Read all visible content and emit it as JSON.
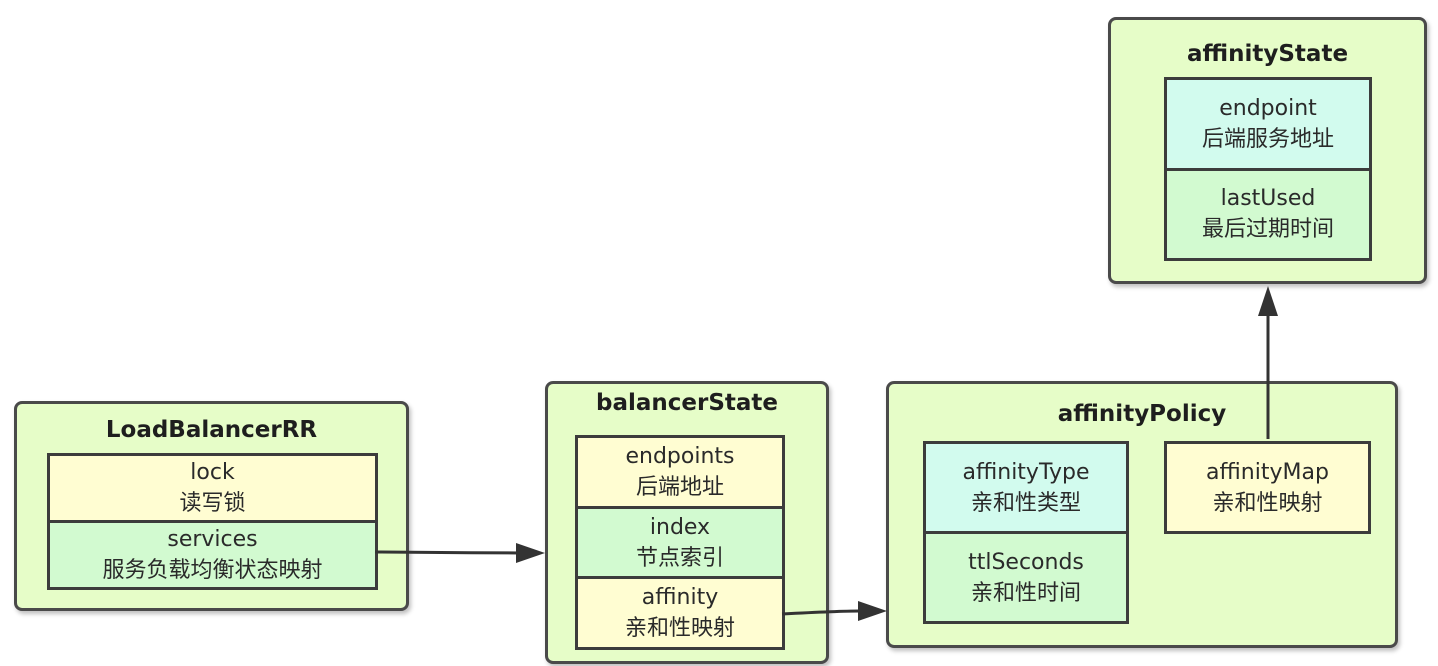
{
  "load_balancer": {
    "title": "LoadBalancerRR",
    "fields": [
      {
        "name": "lock",
        "desc": "读写锁"
      },
      {
        "name": "services",
        "desc": "服务负载均衡状态映射"
      }
    ]
  },
  "balancer_state": {
    "title": "balancerState",
    "fields": [
      {
        "name": "endpoints",
        "desc": "后端地址"
      },
      {
        "name": "index",
        "desc": "节点索引"
      },
      {
        "name": "affinity",
        "desc": "亲和性映射"
      }
    ]
  },
  "affinity_policy": {
    "title": "affinityPolicy",
    "fields": [
      {
        "name": "affinityType",
        "desc": "亲和性类型"
      },
      {
        "name": "ttlSeconds",
        "desc": "亲和性时间"
      }
    ],
    "map_field": {
      "name": "affinityMap",
      "desc": "亲和性映射"
    }
  },
  "affinity_state": {
    "title": "affinityState",
    "fields": [
      {
        "name": "endpoint",
        "desc": "后端服务地址"
      },
      {
        "name": "lastUsed",
        "desc": "最后过期时间"
      }
    ]
  },
  "colors": {
    "group_bg": "#e6fdc8",
    "yellow_field": "#fffdd2",
    "green_field": "#d2fad0",
    "cyan_field": "#d2fbee",
    "border": "#3c3c3c"
  }
}
